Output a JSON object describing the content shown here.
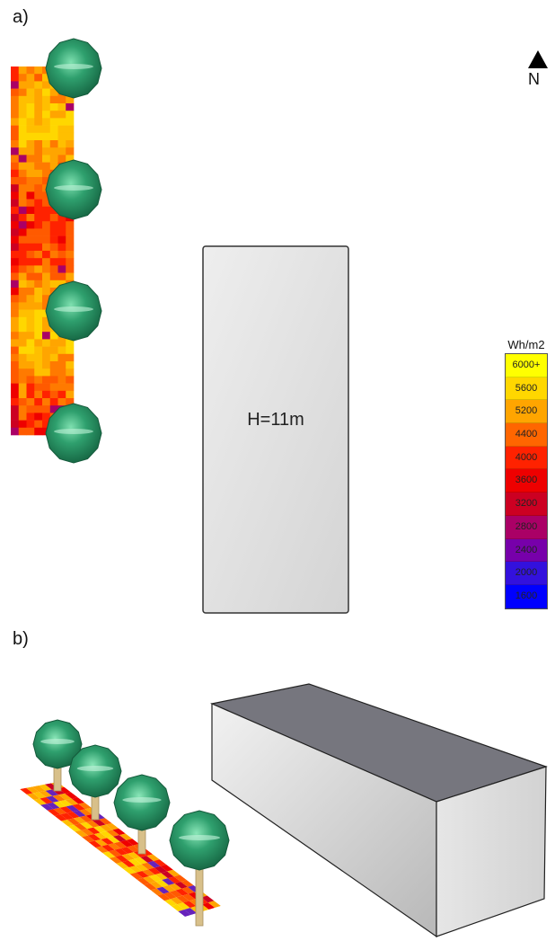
{
  "panels": {
    "a": "a)",
    "b": "b)"
  },
  "north": {
    "letter": "N"
  },
  "building": {
    "height_label": "H=11m"
  },
  "legend": {
    "unit": "Wh/m2",
    "bins": [
      {
        "label": "6000+",
        "color": "#ffff00"
      },
      {
        "label": "5600",
        "color": "#ffd700"
      },
      {
        "label": "5200",
        "color": "#ffa500"
      },
      {
        "label": "4400",
        "color": "#ff6600"
      },
      {
        "label": "4000",
        "color": "#ff2200"
      },
      {
        "label": "3600",
        "color": "#ee0000"
      },
      {
        "label": "3200",
        "color": "#cc0022"
      },
      {
        "label": "2800",
        "color": "#aa0066"
      },
      {
        "label": "2400",
        "color": "#7700aa"
      },
      {
        "label": "2000",
        "color": "#3311dd"
      },
      {
        "label": "1600",
        "color": "#0000ff"
      }
    ]
  },
  "colors": {
    "tree_canopy": "#2f9a6a",
    "tree_trunk": "#d8c08a",
    "building_top": "#707078",
    "building_side": "#dcdcdc"
  }
}
